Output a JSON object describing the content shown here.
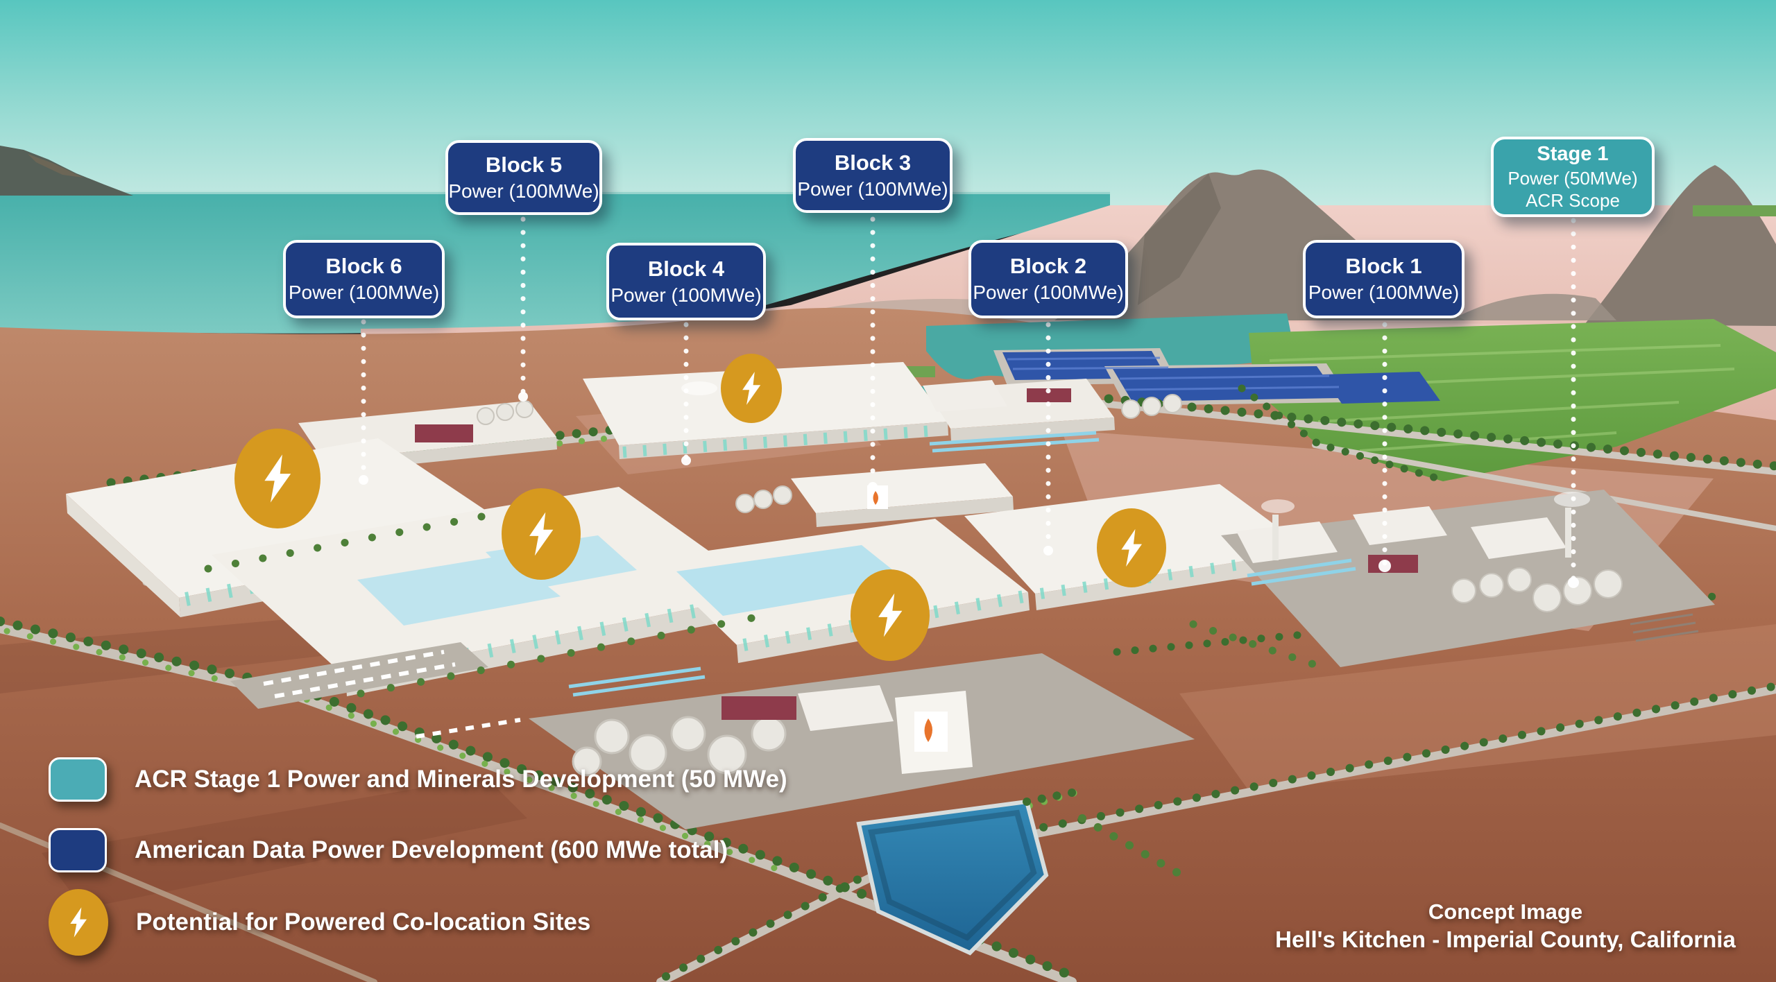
{
  "labels": [
    {
      "id": "block5",
      "title": "Block 5",
      "line2": "Power (100MWe)"
    },
    {
      "id": "block3",
      "title": "Block 3",
      "line2": "Power (100MWe)"
    },
    {
      "id": "stage1",
      "title": "Stage 1",
      "line2": "Power (50MWe)",
      "line3": "ACR Scope"
    },
    {
      "id": "block6",
      "title": "Block 6",
      "line2": "Power (100MWe)"
    },
    {
      "id": "block4",
      "title": "Block 4",
      "line2": "Power (100MWe)"
    },
    {
      "id": "block2",
      "title": "Block 2",
      "line2": "Power (100MWe)"
    },
    {
      "id": "block1",
      "title": "Block 1",
      "line2": "Power (100MWe)"
    }
  ],
  "legend": {
    "items": [
      {
        "swatch": "teal-rounded-square",
        "label": "ACR Stage 1 Power and Minerals Development (50 MWe)"
      },
      {
        "swatch": "navy-rounded-square",
        "label": "American Data Power Development (600 MWe total)"
      },
      {
        "swatch": "gold-lightning-bolt",
        "label": "Potential for Powered Co-location Sites"
      }
    ]
  },
  "caption": {
    "line1": "Concept Image",
    "line2": "Hell's Kitchen - Imperial County, California"
  },
  "map_markers": {
    "icon": "lightning-bolt",
    "count": 5
  },
  "colors": {
    "callout_navy": "#1e3c80",
    "callout_teal": "#3aa3ab",
    "legend_teal": "#4bacb5",
    "bolt_gold": "#d6991f",
    "text_white": "#ffffff"
  }
}
